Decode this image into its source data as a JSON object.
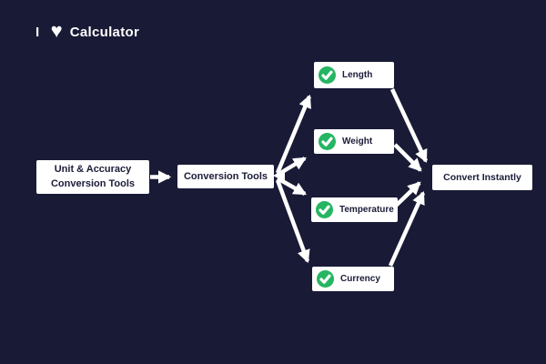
{
  "colors": {
    "background": "#181a36",
    "box_bg": "#ffffff",
    "box_text": "#1b1c39",
    "arrow": "#ffffff",
    "check_green": "#26b562",
    "logo_text": "#ffffff"
  },
  "logo": {
    "prefix": "I",
    "heart_icon": "♥",
    "suffix": "Calculator"
  },
  "diagram": {
    "source": {
      "line1": "Unit & Accuracy",
      "line2": "Conversion Tools"
    },
    "hub": {
      "label": "Conversion Tools"
    },
    "categories": [
      {
        "label": "Length"
      },
      {
        "label": "Weight"
      },
      {
        "label": "Temperature"
      },
      {
        "label": "Currency"
      }
    ],
    "target": {
      "label": "Convert Instantly"
    }
  }
}
